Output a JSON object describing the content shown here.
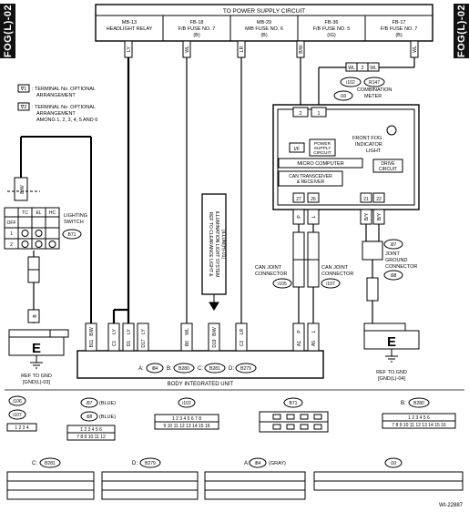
{
  "page_tag": "FOG(L)-02",
  "power_supply_title": "TO POWER SUPPLY CIRCUIT",
  "supplies": [
    {
      "l1": "MB-13",
      "l2": "HEADLIGHT RELAY",
      "wire": "LY"
    },
    {
      "l1": "FB-18",
      "l2": "F/B FUSE NO. 7",
      "l3": "(B)",
      "wire": "WL"
    },
    {
      "l1": "MB-29",
      "l2": "M/B FUSE NO. 6",
      "l3": "(B)",
      "wire": "LR"
    },
    {
      "l1": "FB-36",
      "l2": "F/B FUSE NO. 5",
      "l3": "(IG)",
      "wire": "B/W"
    },
    {
      "l1": "FB-17",
      "l2": "F/B FUSE NO. 7",
      "l3": "(B)",
      "wire": "WL"
    }
  ],
  "legend": {
    "star1": "∇1",
    "star1_text1": ": TERMINAL No. OPTIONAL",
    "star1_text2": "ARRANGEMENT",
    "star2": "∇2",
    "star2_text1": ": TERMINAL No. OPTIONAL",
    "star2_text2": "ARRANGEMENT",
    "star2_text3": "AMONG 1, 2, 3, 4, 5 AND 6"
  },
  "lighting_switch": {
    "label1": "LIGHTING",
    "label2": "SWITCH",
    "code": "B71",
    "headers": [
      "TC",
      "EL",
      "HC"
    ],
    "rows": [
      "OFF",
      "1",
      "2"
    ],
    "wire": "B/W",
    "wire2": "B"
  },
  "combination_meter": {
    "label1": "COMBINATION",
    "label2": "METER",
    "code": "i10",
    "wl_codes": [
      "i102",
      "R147"
    ],
    "wl1": "WL",
    "wl_pin": "2",
    "wl2": "WL",
    "pins_top": [
      "2",
      "1"
    ],
    "if_label": "I/F",
    "power_supply": [
      "POWER",
      "SUPPLY",
      "CIRCUIT"
    ],
    "fog_light": [
      "FRONT FOG",
      "INDICATOR",
      "LIGHT"
    ],
    "micro": "MICRO COMPUTER",
    "drive": [
      "DRIVE",
      "CIRCUIT"
    ],
    "can": [
      "CAN TRANSCEIVER",
      "& RECEIVER"
    ],
    "pins_bottom": [
      "27",
      "26",
      "21",
      "22"
    ],
    "wires_bottom": [
      "P",
      "L",
      "B/Y",
      "B/Y"
    ]
  },
  "can_joint": [
    {
      "code": "i105",
      "label1": "CAN JOINT",
      "label2": "CONNECTOR"
    },
    {
      "code": "i107",
      "label1": "CAN JOINT",
      "label2": "CONNECTOR"
    }
  ],
  "joint_ground": {
    "code": "i97",
    "code2": "i98",
    "label1": "JOINT",
    "label2": "GROUND",
    "label3": "CONNECTOR"
  },
  "ref_box": [
    "REF TO CLEARANCE LIGHT &",
    "ILLUMINATION LIGHT SYSTEM",
    "[ILLUM(H)-01]"
  ],
  "biu": {
    "label": "BODY INTEGRATED UNIT",
    "conn_line": [
      "A:",
      "i84",
      "B:",
      "B280",
      "C:",
      "B281",
      "D:",
      "B279"
    ],
    "pins": [
      "B11",
      "C1",
      "D1",
      "D17",
      "B6",
      "D19",
      "C2",
      "A1",
      "A5"
    ],
    "wires": [
      "B/W",
      "LY",
      "LY",
      "LY",
      "WL",
      "B/W",
      "LR",
      "P",
      "L"
    ]
  },
  "gnd_left": {
    "letter": "E",
    "ref1": "REF TO GND",
    "ref2": "[GND(L)-03]"
  },
  "gnd_right": {
    "letter": "E",
    "ref1": "REF TO GND",
    "ref2": "[GND(L)-04]"
  },
  "connectors": {
    "c_i106": "i106",
    "c_i107": "i107",
    "c_i107_pins": "1 2 3 4",
    "c_i97": "i97",
    "c_i97_note": "(BLUE)",
    "c_i98": "i98",
    "c_i98_note": "(BLUE)",
    "c_i97_row1": "1 2 3 4 5 6",
    "c_i97_row2": "7 8 9 10 11 12",
    "c_i102": "i102",
    "c_i102_row1": "1 2 3 4 5 6 7 8",
    "c_i102_row2": "9 10 11 12 13 14 15 16",
    "c_b71": "B71",
    "c_b280": "B280",
    "c_b280_row1": "1 2 3 4 5 6",
    "c_b280_row2": "7 8 9 10 11 12 13 14 15 16",
    "c_b281": "B281",
    "c_b279": "B279",
    "c_i84": "i84",
    "c_i84_note": "(GRAY)",
    "c_i10": "i10",
    "letters": {
      "b": "B:",
      "c": "C:",
      "d": "D:",
      "a": "A:"
    }
  },
  "figure_id": "WI-22887"
}
